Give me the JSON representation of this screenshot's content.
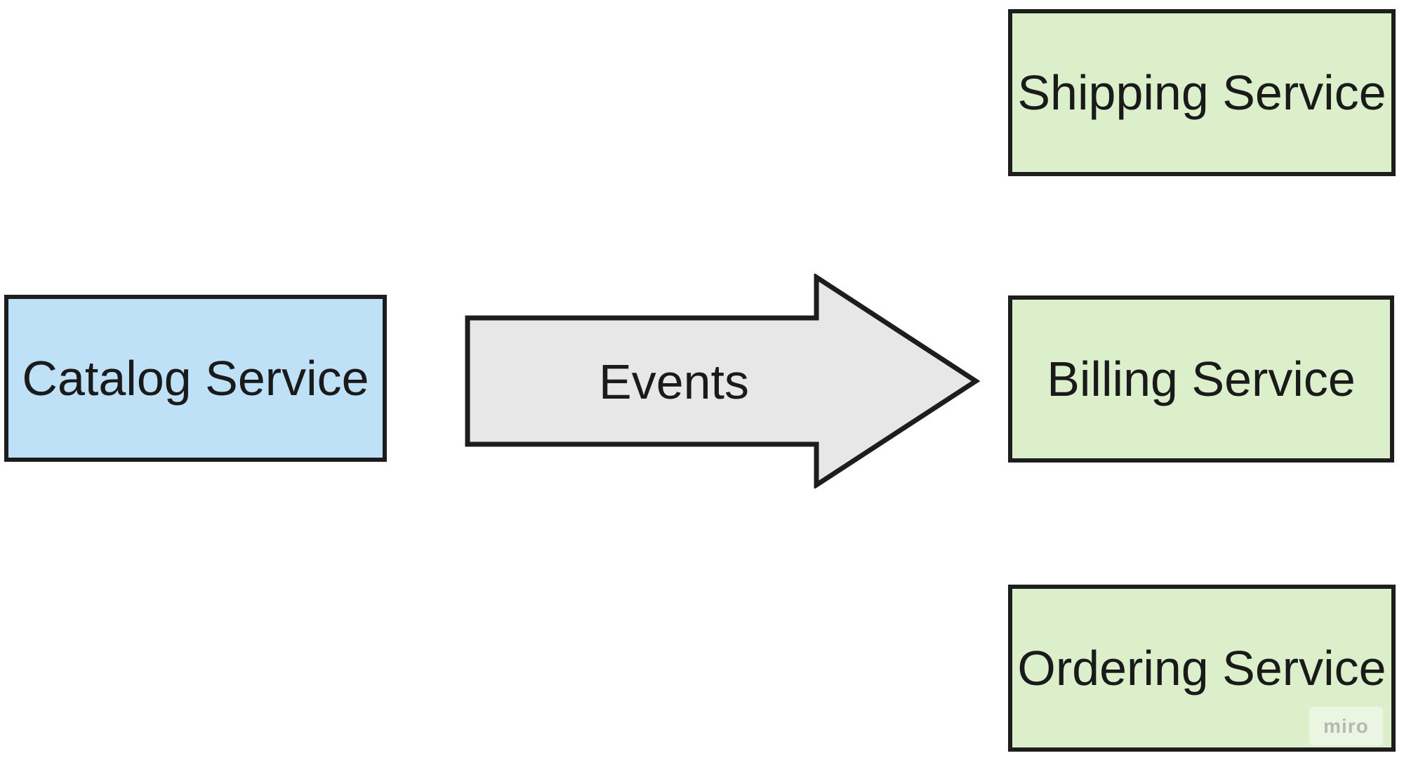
{
  "diagram": {
    "source": {
      "label": "Catalog Service"
    },
    "arrow": {
      "label": "Events",
      "fill": "#E7E7E7",
      "stroke": "#1D1D1D",
      "direction": "right"
    },
    "targets": [
      {
        "label": "Shipping Service"
      },
      {
        "label": "Billing Service"
      },
      {
        "label": "Ordering Service"
      }
    ],
    "watermark": {
      "label": "miro"
    },
    "colors": {
      "background": "#FFFFFF",
      "source_fill": "#BEE1F7",
      "target_fill": "#DBEFCA",
      "arrow_fill": "#E7E7E7",
      "shape_border": "#1D1D1D",
      "text": "#1A1A1A",
      "watermark_text": "#B3BAB1"
    }
  }
}
